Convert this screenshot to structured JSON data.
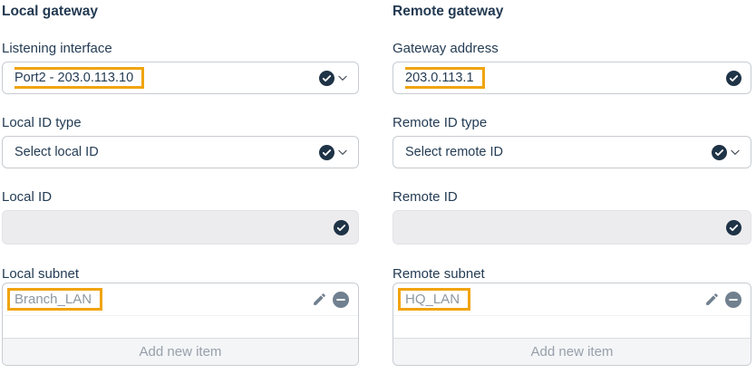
{
  "colors": {
    "annotation_highlight": "#F0A40E"
  },
  "columns": {
    "local": {
      "title": "Local gateway",
      "listening_interface": {
        "label": "Listening interface",
        "value": "Port2 - 203.0.113.10"
      },
      "id_type": {
        "label": "Local ID type",
        "placeholder": "Select local ID"
      },
      "id": {
        "label": "Local ID",
        "value": ""
      },
      "subnet": {
        "label": "Local subnet",
        "items": [
          "Branch_LAN"
        ],
        "add_button": "Add new item"
      }
    },
    "remote": {
      "title": "Remote gateway",
      "gateway_address": {
        "label": "Gateway address",
        "value": "203.0.113.1"
      },
      "id_type": {
        "label": "Remote ID type",
        "placeholder": "Select remote ID"
      },
      "id": {
        "label": "Remote ID",
        "value": ""
      },
      "subnet": {
        "label": "Remote subnet",
        "items": [
          "HQ_LAN"
        ],
        "add_button": "Add new item"
      }
    }
  },
  "icons": {
    "valid": "check-circle",
    "dropdown": "chevron-down",
    "edit": "pencil",
    "remove": "minus-circle"
  }
}
